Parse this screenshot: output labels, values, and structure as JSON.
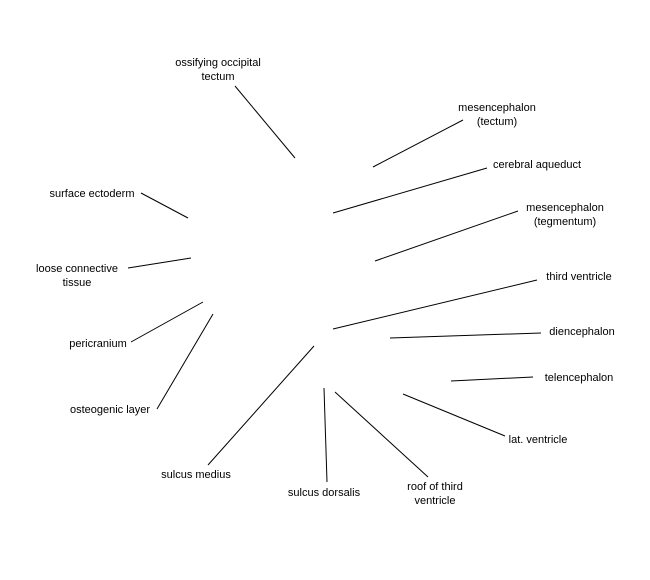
{
  "labels": {
    "ossifying_occipital_tectum": [
      "ossifying occipital",
      "tectum"
    ],
    "mesencephalon_tectum": [
      "mesencephalon",
      "(tectum)"
    ],
    "cerebral_aqueduct": [
      "cerebral aqueduct"
    ],
    "mesencephalon_tegmentum": [
      "mesencephalon",
      "(tegmentum)"
    ],
    "surface_ectoderm": [
      "surface ectoderm"
    ],
    "loose_connective_tissue": [
      "loose connective",
      "tissue"
    ],
    "third_ventricle": [
      "third ventricle"
    ],
    "pericranium": [
      "pericranium"
    ],
    "diencephalon": [
      "diencephalon"
    ],
    "telencephalon": [
      "telencephalon"
    ],
    "osteogenic_layer": [
      "osteogenic layer"
    ],
    "lat_ventricle": [
      "lat. ventricle"
    ],
    "sulcus_medius": [
      "sulcus medius"
    ],
    "sulcus_dorsalis": [
      "sulcus dorsalis"
    ],
    "roof_of_third_ventricle": [
      "roof of third",
      "ventricle"
    ]
  },
  "style": {
    "line_color": "#000000",
    "text_color": "#000000",
    "background": "#ffffff"
  }
}
